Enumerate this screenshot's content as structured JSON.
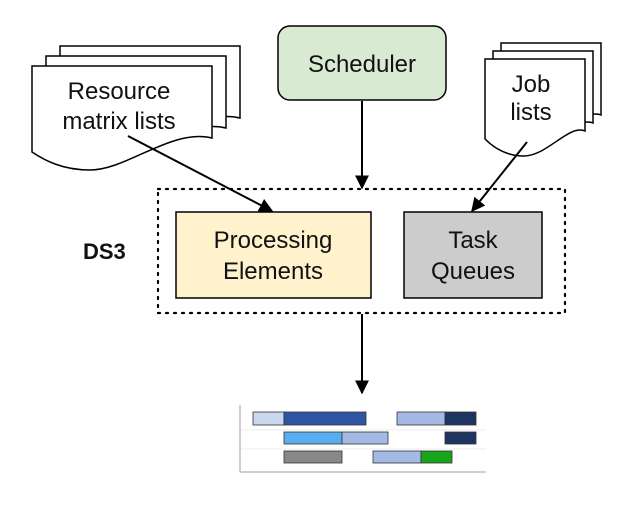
{
  "scheduler": {
    "label": "Scheduler"
  },
  "resource_doc": {
    "line1": "Resource",
    "line2": "matrix lists"
  },
  "job_doc": {
    "line1": "Job",
    "line2": "lists"
  },
  "system": {
    "label": "DS3"
  },
  "processing": {
    "line1": "Processing",
    "line2": "Elements"
  },
  "queues": {
    "line1": "Task",
    "line2": "Queues"
  },
  "colors": {
    "scheduler_fill": "#d9ead3",
    "processing_fill": "#fff2cc",
    "queues_fill": "#cccccc",
    "gantt_light": "#c9d7ef",
    "gantt_mid": "#2f55a4",
    "gantt_sky": "#5aaeef",
    "gantt_periwinkle": "#a4b9e3",
    "gantt_navy": "#1e3461",
    "gantt_gray": "#888888",
    "gantt_green": "#19a519"
  }
}
